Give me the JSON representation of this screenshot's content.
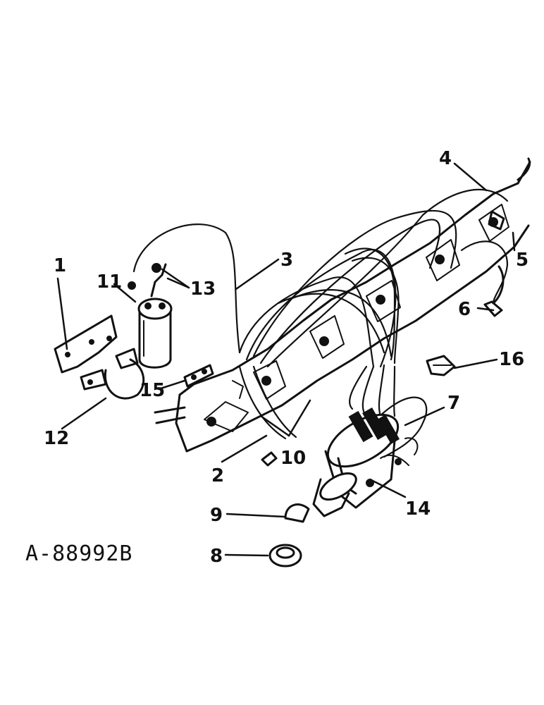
{
  "figure": {
    "id": "A-88992B"
  },
  "callouts": [
    {
      "key": "c1",
      "label": "1"
    },
    {
      "key": "c2",
      "label": "2"
    },
    {
      "key": "c3",
      "label": "3"
    },
    {
      "key": "c4",
      "label": "4"
    },
    {
      "key": "c5",
      "label": "5"
    },
    {
      "key": "c6",
      "label": "6"
    },
    {
      "key": "c7",
      "label": "7"
    },
    {
      "key": "c8",
      "label": "8"
    },
    {
      "key": "c9",
      "label": "9"
    },
    {
      "key": "c10",
      "label": "10"
    },
    {
      "key": "c11",
      "label": "11"
    },
    {
      "key": "c12",
      "label": "12"
    },
    {
      "key": "c13",
      "label": "13"
    },
    {
      "key": "c14",
      "label": "14"
    },
    {
      "key": "c15",
      "label": "15"
    },
    {
      "key": "c16",
      "label": "16"
    }
  ]
}
